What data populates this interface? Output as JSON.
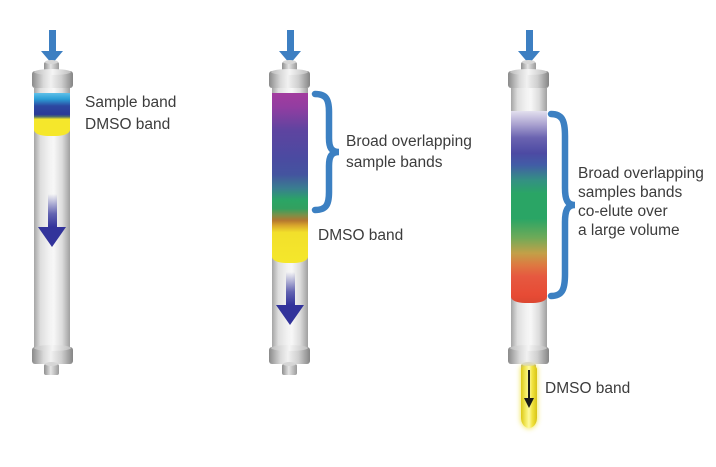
{
  "palette": {
    "accent_blue": "#3D7FC2",
    "navy_arrow": "#32339B",
    "dmso_yellow": "#F5E72B",
    "text": "#3C3C3C",
    "column_gray": "#DEDEDE"
  },
  "icons": {
    "inflow_arrows": "down-arrow-icon",
    "flow_arrows": "navy-down-arrow-icon",
    "drip_arrow": "black-down-arrow-icon",
    "braces": "curly-brace-icon"
  },
  "column1": {
    "sample_label": "Sample band",
    "dmso_label": "DMSO band"
  },
  "column2": {
    "brace_label_line1": "Broad overlapping",
    "brace_label_line2": "sample bands",
    "dmso_label": "DMSO band"
  },
  "column3": {
    "brace_label_line1": "Broad overlapping",
    "brace_label_line2": "samples bands",
    "brace_label_line3": "co-elute over",
    "brace_label_line4": "a large volume",
    "dmso_label": "DMSO band"
  }
}
